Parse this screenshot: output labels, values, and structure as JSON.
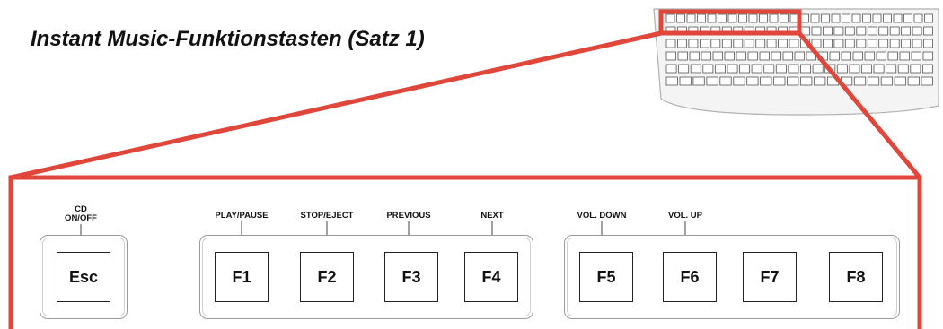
{
  "title": "Instant Music-Funktionstasten (Satz 1)",
  "colors": {
    "callout": "#e0463a",
    "key_border": "#222222",
    "group_border": "#9a9a9a"
  },
  "keys": [
    {
      "key": "Esc",
      "label": "CD\nON/OFF"
    },
    {
      "key": "F1",
      "label": "PLAY/PAUSE"
    },
    {
      "key": "F2",
      "label": "STOP/EJECT"
    },
    {
      "key": "F3",
      "label": "PREVIOUS"
    },
    {
      "key": "F4",
      "label": "NEXT"
    },
    {
      "key": "F5",
      "label": "VOL. DOWN"
    },
    {
      "key": "F6",
      "label": "VOL. UP"
    },
    {
      "key": "F7",
      "label": ""
    },
    {
      "key": "F8",
      "label": ""
    }
  ],
  "keyboard_icon": "keyboard-thumbnail-icon"
}
